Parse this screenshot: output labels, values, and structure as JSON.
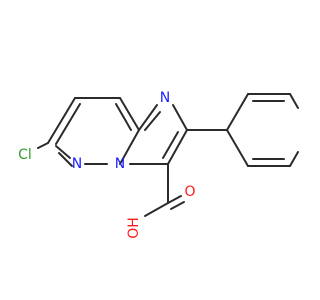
{
  "molecule": {
    "atoms": {
      "cl": "Cl",
      "n_pyridazine": "N",
      "n_bridge": "N",
      "n_imidazole": "N",
      "o_carbonyl": "O",
      "oh": "OH"
    },
    "colors": {
      "bond": "#2b2b2b",
      "chlorine": "#2e9e2e",
      "nitrogen": "#2020ff",
      "oxygen": "#ff1a1a"
    }
  }
}
